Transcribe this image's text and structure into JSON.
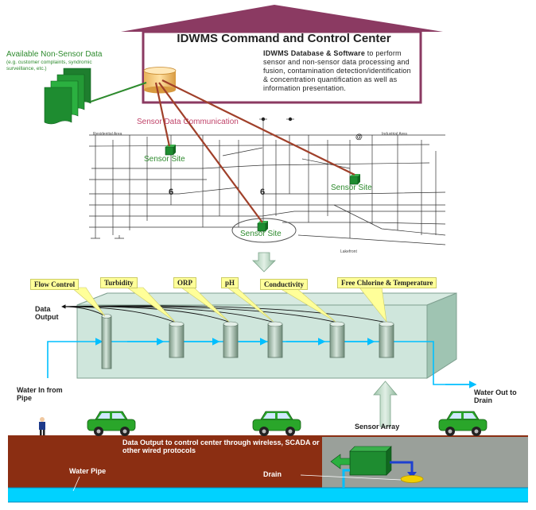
{
  "command_center": {
    "title": "IDWMS Command and Control Center",
    "desc_bold": "IDWMS Database & Software",
    "desc_rest": " to perform sensor and non-sensor data processing and fusion, contamination detection/identification & concentration quantification as well as information presentation."
  },
  "non_sensor": {
    "title": "Available Non-Sensor Data",
    "sub": "(e.g. customer complaints, syndromic surveillance, etc.)"
  },
  "network": {
    "comm_label": "Sensor Data Communication",
    "residential": "Residential Area",
    "industrial": "Industrial Area",
    "lakefront": "Lakefront",
    "sensor_site": "Sensor Site"
  },
  "array": {
    "callouts": [
      "Flow Control",
      "Turbidity",
      "ORP",
      "pH",
      "Conductivity",
      "Free Chlorine & Temperature"
    ],
    "data_output": "Data Output",
    "water_in": "Water In from Pipe",
    "water_out": "Water Out to Drain"
  },
  "ground": {
    "sensor_array": "Sensor Array",
    "data_output_control": "Data Output to control center through wireless, SCADA or other wired protocols",
    "drain": "Drain",
    "water_pipe": "Water Pipe"
  },
  "colors": {
    "roof": "#8b3a62",
    "sensor_green": "#2e8b2e",
    "water": "#00bfff",
    "soil": "#8b2e12",
    "glass": "#cfe6dc"
  }
}
